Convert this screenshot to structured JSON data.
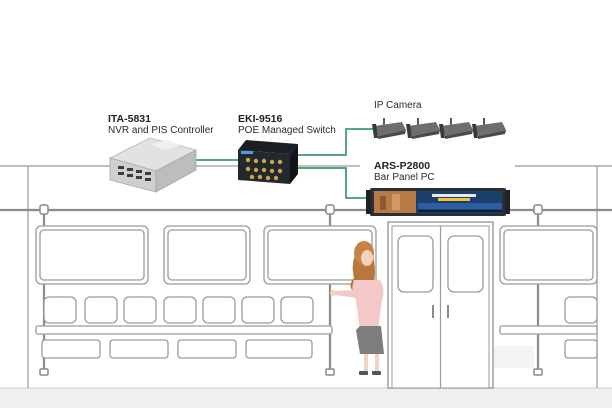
{
  "devices": {
    "ita": {
      "model": "ITA-5831",
      "desc": "NVR and PIS Controller"
    },
    "eki": {
      "model": "EKI-9516",
      "desc": "POE Managed Switch"
    },
    "camera": {
      "desc": "IP Camera"
    },
    "ars": {
      "model": "ARS-P2800",
      "desc": "Bar Panel PC"
    }
  },
  "colors": {
    "link": "#1e8a56",
    "outline": "#8a8a8a",
    "seat": "#b0b0b0",
    "floor": "#ececec",
    "blouse": "#f3c6c6",
    "skirt": "#7d7d7d",
    "hair": "#b8773f"
  },
  "icons": [
    "nvr-controller-icon",
    "poe-switch-icon",
    "ip-camera-icon",
    "bar-panel-display-icon",
    "passenger-figure"
  ]
}
